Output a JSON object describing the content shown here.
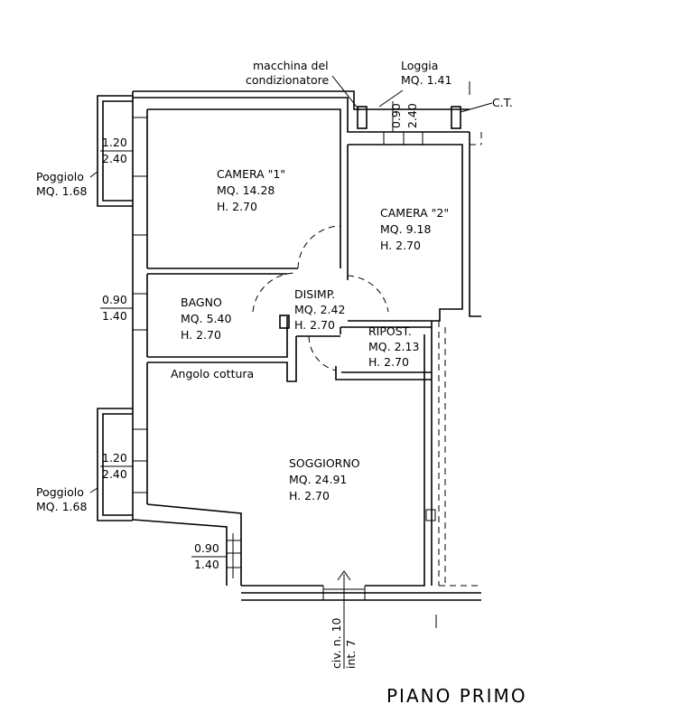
{
  "rooms": {
    "camera1": {
      "name": "CAMERA \"1\"",
      "area": "MQ. 14.28",
      "height": "H. 2.70"
    },
    "camera2": {
      "name": "CAMERA \"2\"",
      "area": "MQ. 9.18",
      "height": "H. 2.70"
    },
    "bagno": {
      "name": "BAGNO",
      "area": "MQ. 5.40",
      "height": "H. 2.70"
    },
    "disimp": {
      "name": "DISIMP.",
      "area": "MQ. 2.42",
      "height": "H. 2.70"
    },
    "ripost": {
      "name": "RIPOST.",
      "area": "MQ. 2.13",
      "height": "H. 2.70"
    },
    "soggiorno": {
      "name": "SOGGIORNO",
      "area": "MQ. 24.91",
      "height": "H. 2.70"
    },
    "angolo_cottura": "Angolo cottura"
  },
  "labels": {
    "macchina_line1": "macchina del",
    "macchina_line2": "condizionatore",
    "loggia_name": "Loggia",
    "loggia_area": "MQ. 1.41",
    "ct": "C.T.",
    "poggiolo_top_name": "Poggiolo",
    "poggiolo_top_area": "MQ. 1.68",
    "poggiolo_bottom_name": "Poggiolo",
    "poggiolo_bottom_area": "MQ. 1.68",
    "civ": "civ. n. 10",
    "int": "int. 7",
    "floor_title": "PIANO  PRIMO"
  },
  "window_dims": {
    "loggia": {
      "width": "0.90",
      "height": "2.40"
    },
    "poggiolo_top": {
      "width": "1.20",
      "height": "2.40"
    },
    "bagno": {
      "width": "0.90",
      "height": "1.40"
    },
    "poggiolo_bottom": {
      "width": "1.20",
      "height": "2.40"
    },
    "soggiorno": {
      "width": "0.90",
      "height": "1.40"
    }
  }
}
